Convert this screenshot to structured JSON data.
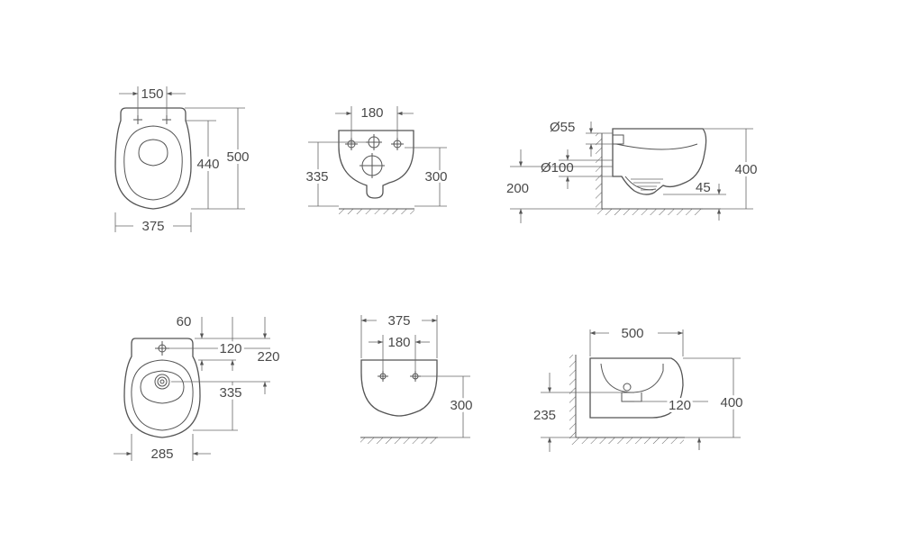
{
  "toilet": {
    "top_view": {
      "d_width_top": "150",
      "d_len_inner": "440",
      "d_len_total": "500",
      "d_width": "375"
    },
    "back_view": {
      "d_mount": "180",
      "d_height_left": "335",
      "d_height_right": "300"
    },
    "side_view": {
      "d_small_pipe": "Ø55",
      "d_large_pipe": "Ø100",
      "d_floor": "200",
      "d_height": "400",
      "d_bottom": "45"
    }
  },
  "bidet": {
    "top_view": {
      "d_top": "60",
      "d_tap": "120",
      "d_tap_total": "220",
      "d_drain": "335",
      "d_width": "285"
    },
    "back_view": {
      "d_width": "375",
      "d_mount": "180",
      "d_height": "300"
    },
    "side_view": {
      "d_length": "500",
      "d_floor": "235",
      "d_drain": "120",
      "d_height": "400"
    }
  },
  "colors": {
    "line": "#555555",
    "text": "#4a4a4a",
    "background": "#ffffff"
  }
}
